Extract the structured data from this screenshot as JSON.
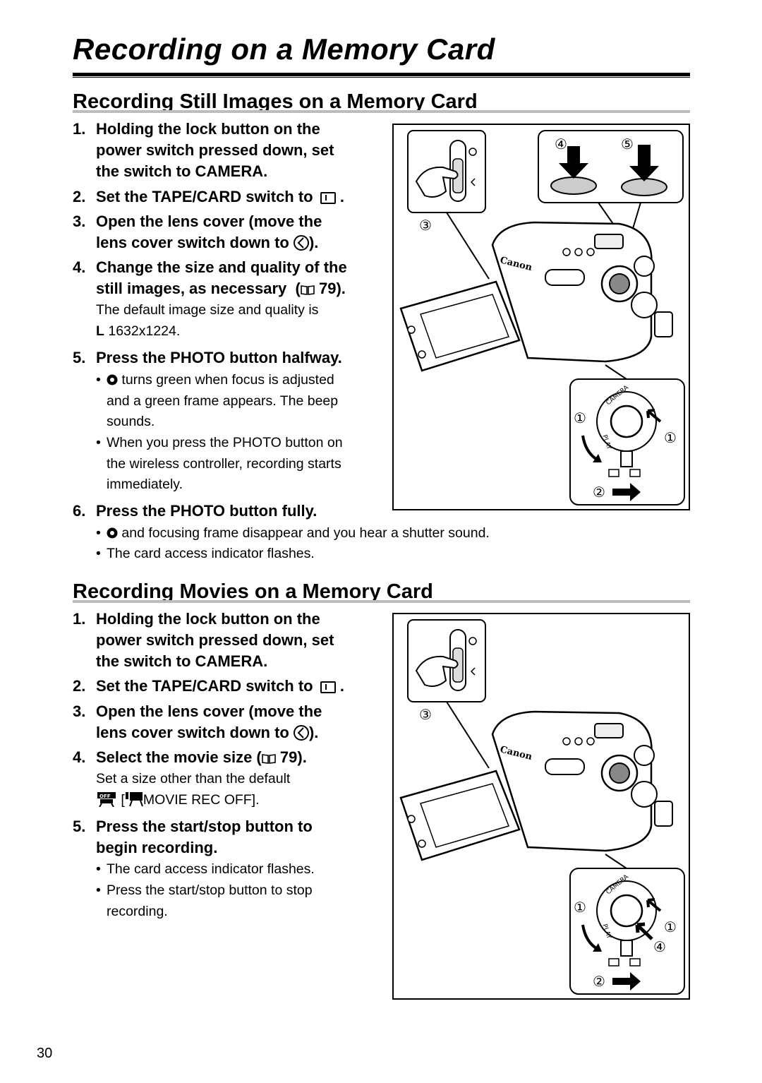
{
  "page_title": "Recording on a Memory Card",
  "page_number": "30",
  "section1": {
    "heading": "Recording Still Images on a Memory Card",
    "steps": [
      {
        "num": "1.",
        "lines": [
          "Holding the lock button on the",
          "power switch pressed down, set",
          "the switch to CAMERA."
        ]
      },
      {
        "num": "2.",
        "text": "Set the TAPE/CARD switch to",
        "suffix": "."
      },
      {
        "num": "3.",
        "line1": "Open the lens cover (move the",
        "line2": "lens cover switch down to",
        "line2_suffix": ")."
      },
      {
        "num": "4.",
        "line1": "Change the size and quality of the",
        "line2": "still images, as necessary",
        "ref": "79)."
      },
      {
        "num": "5.",
        "text": "Press the PHOTO button halfway."
      },
      {
        "num": "6.",
        "text": "Press the PHOTO button fully."
      }
    ],
    "step4_note": [
      "The default image size and quality is",
      "1632x1224."
    ],
    "step4_note_L": "L",
    "step5_bullets": [
      {
        "lines": [
          "turns green when focus is adjusted",
          "and a green frame appears. The beep",
          "sounds."
        ]
      },
      {
        "lines": [
          "When you press the PHOTO button on",
          "the wireless controller, recording starts",
          "immediately."
        ]
      }
    ],
    "step6_bullets": [
      "and focusing frame disappear and you hear a shutter sound.",
      "The card access indicator flashes."
    ],
    "figure_labels": {
      "one": "①",
      "two": "②",
      "three": "③",
      "four": "④",
      "five": "⑤",
      "brand": "Canon",
      "dial_camera": "CAMERA",
      "dial_play": "PLAY"
    }
  },
  "section2": {
    "heading": "Recording Movies on a Memory Card",
    "steps": [
      {
        "num": "1.",
        "lines": [
          "Holding the lock button on the",
          "power switch pressed down, set",
          "the switch to CAMERA."
        ]
      },
      {
        "num": "2.",
        "text": "Set the TAPE/CARD switch to",
        "suffix": "."
      },
      {
        "num": "3.",
        "line1": "Open the lens cover (move the",
        "line2": "lens cover switch down to",
        "line2_suffix": ")."
      },
      {
        "num": "4.",
        "text": "Select the movie size (",
        "ref": "79)."
      },
      {
        "num": "5.",
        "lines": [
          "Press the start/stop button to",
          "begin recording."
        ]
      }
    ],
    "step4_note": [
      "Set a size other than the default",
      "[",
      "MOVIE REC OFF]."
    ],
    "step5_bullets": [
      [
        "The card access indicator flashes."
      ],
      [
        "Press the start/stop button to stop",
        "recording."
      ]
    ],
    "figure_labels": {
      "one": "①",
      "two": "②",
      "three": "③",
      "four": "④",
      "brand": "Canon",
      "dial_camera": "CAMERA",
      "dial_play": "PLAY"
    }
  },
  "bullet_char": "•"
}
